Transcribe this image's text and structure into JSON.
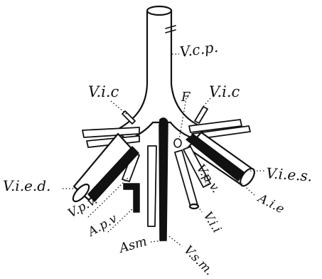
{
  "figure": {
    "stroke_color": "#111111",
    "fill_color": "#ffffff",
    "dark_fill_color": "#111111",
    "labels": {
      "vcp": "V.c.p.",
      "vic_left": "V.i.c",
      "f": "F",
      "vic_right": "V.i.c",
      "vied": "V.i.e.d.",
      "vies": "V.i.e.s.",
      "vpv_left": "V.p.v.",
      "apv": "A.p.v",
      "vpv_right": "V.p.v.",
      "aie": "A.i.e",
      "vii": "V.i.i",
      "asm": "Asm",
      "vsm": "V.s.m."
    }
  }
}
